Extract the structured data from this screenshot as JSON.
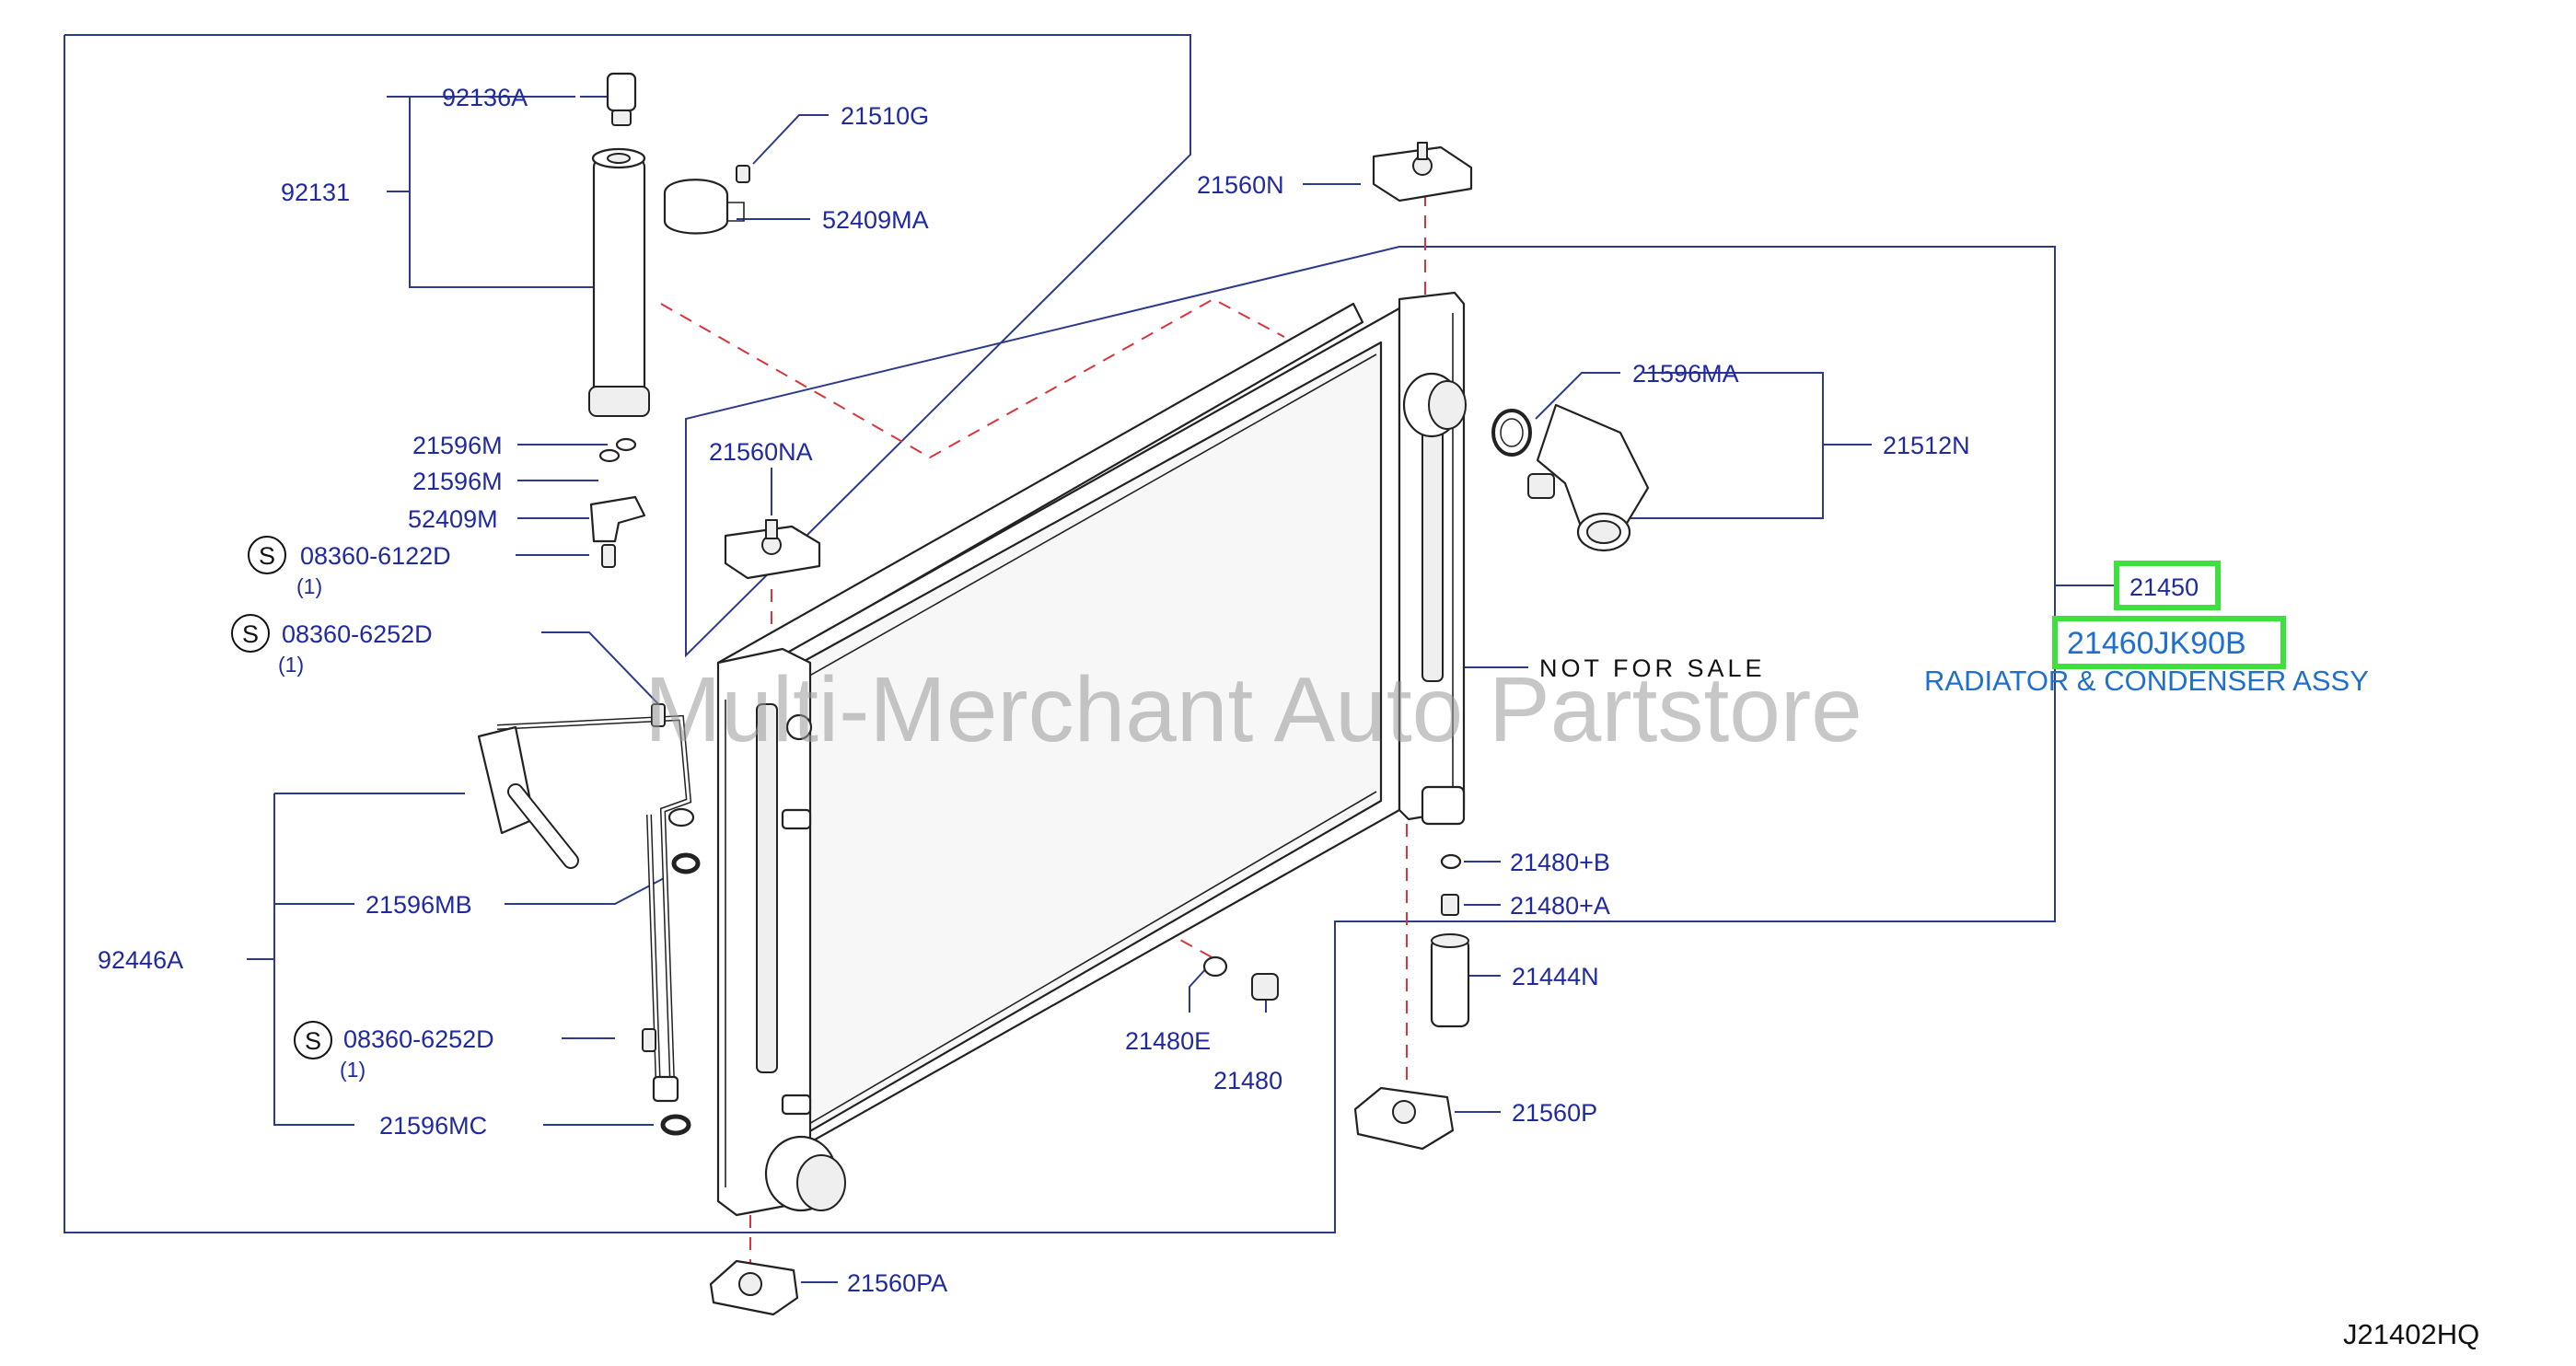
{
  "diagram": {
    "code": "J21402HQ",
    "watermark": "Multi-Merchant Auto Partstore",
    "not_for_sale": "NOT FOR SALE",
    "assy_name": "RADIATOR & CONDENSER ASSY",
    "highlight_main": "21450",
    "highlight_part": "21460JK90B",
    "labels": {
      "p92136A": "92136A",
      "p92131": "92131",
      "p21510G": "21510G",
      "p52409MA": "52409MA",
      "p21560N": "21560N",
      "p21596M_1": "21596M",
      "p21596M_2": "21596M",
      "p52409M": "52409M",
      "p08360_6122D": "08360-6122D",
      "q1_a": "(1)",
      "p08360_6252D_1": "08360-6252D",
      "q1_b": "(1)",
      "p21560NA": "21560NA",
      "p21596MA": "21596MA",
      "p21512N": "21512N",
      "p21480B": "21480+B",
      "p21480A": "21480+A",
      "p21444N": "21444N",
      "p21560P": "21560P",
      "p21480E": "21480E",
      "p21480": "21480",
      "p21596MB": "21596MB",
      "p92446A": "92446A",
      "p08360_6252D_2": "08360-6252D",
      "q1_c": "(1)",
      "p21596MC": "21596MC",
      "p21560PA": "21560PA"
    },
    "s_symbol": "S",
    "colors": {
      "label_blue": "#1f2aa0",
      "frame_blue": "#2d3a8c",
      "dash_red": "#d9343a",
      "highlight_green": "#3ee03e",
      "note_blue": "#1f6fd0"
    }
  }
}
